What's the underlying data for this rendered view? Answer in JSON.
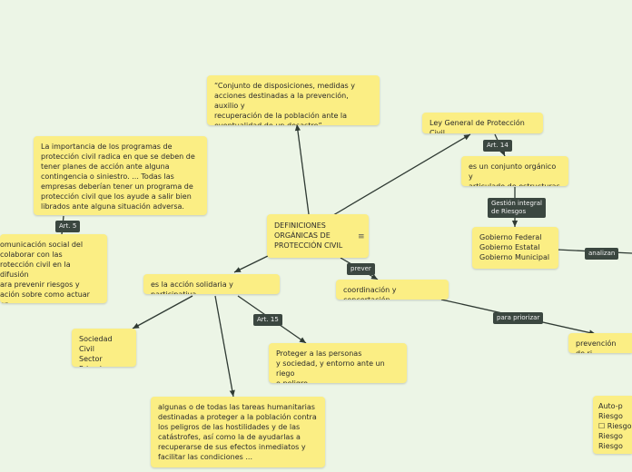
{
  "nodes": {
    "central": "DEFINICIONES\nORGÁNICAS DE\nPROTECCIÓN CIVIL",
    "definition_quote": "“Conjunto de disposiciones, medidas y\nacciones destinadas a la prevención, auxilio y\nrecuperación de la población ante la\neventualidad de un desastre”.",
    "importance": "La importancia de los programas de\nprotección civil radica en que se deben de\ntener planes de acción ante alguna\ncontingencia o siniestro. ... Todas las\nempresas deberían tener un programa de\nprotección civil que los ayude a salir bien\nlibrados ante alguna situación adversa.",
    "media": "omunicación social del\ncolaborar con las\nrotección civil en la difusión\nara prevenir riesgos y\nación sobre como actuar en\ne o siniestro.",
    "ley_general": "Ley General de Protección Civil",
    "conjunto_organico": "es un conjunto orgánico y\narticulado de estructuras",
    "gobierno": "Gobierno Federal\nGobierno Estatal\nGobierno Municipal",
    "accion_solidaria": "es la acción solidaria y participativa",
    "coordinacion": "coordinación y concertación",
    "sociedad_civil": "Sociedad Civil\nSector Privado\nVoluntarios",
    "proteger": "Proteger a las personas\ny sociedad, y entorno ante un  riego\no peligro",
    "tareas_humanitarias": "algunas o de todas las tareas humanitarias\ndestinadas a proteger a la población contra\nlos peligros de las hostilidades y de las\ncatástrofes, así como la de ayudarlas a\nrecuperarse de sus efectos inmediatos y\nfacilitar las condiciones ...",
    "prevencion": "prevención de ri",
    "riesgos_list": "Auto-p\nRiesgo\n☐ Riesgo\nRiesgo\nRiesgo"
  },
  "labels": {
    "art5": "Art. 5",
    "art14": "Art. 14",
    "gestion": "Gestión integral\nde Riesgos",
    "art15": "Art. 15",
    "prever": "prever",
    "para_priorizar": "para priorizar",
    "analizan": "analizan"
  },
  "icons": {
    "central_menu": "menu-lines-icon"
  },
  "colors": {
    "background": "#ecf5e6",
    "node": "#fbee84",
    "label": "#3b4740",
    "line": "#2f3a33"
  }
}
